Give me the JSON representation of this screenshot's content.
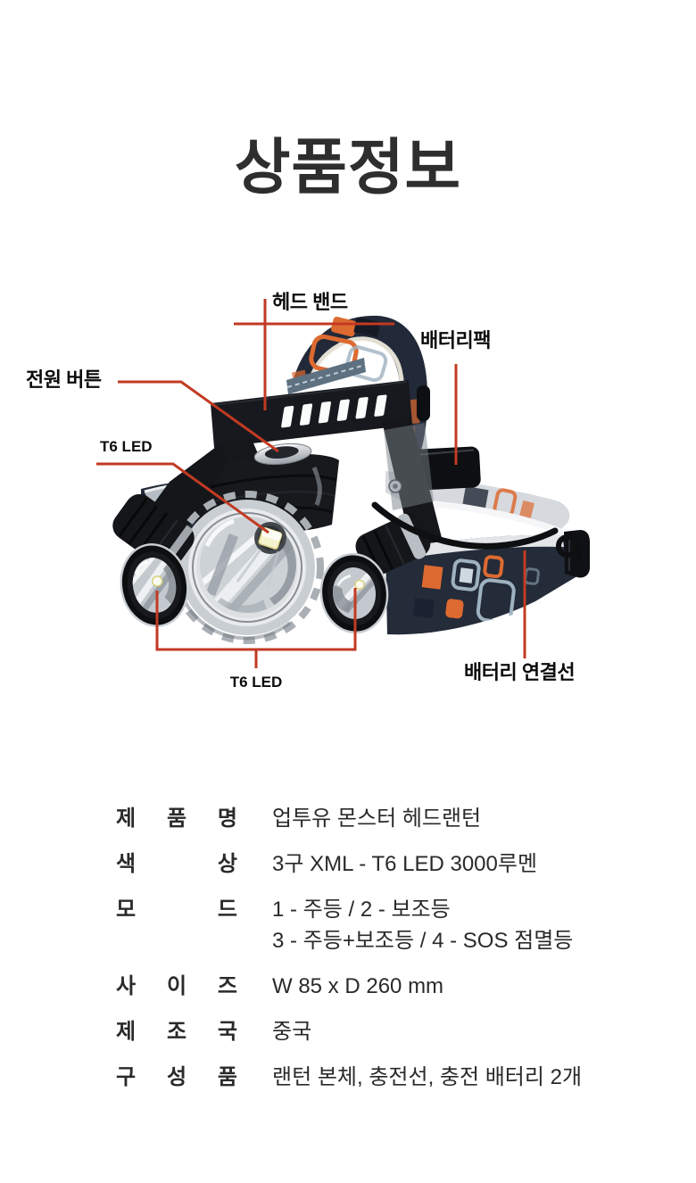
{
  "title": "상품정보",
  "figure": {
    "callouts": {
      "head_band": "헤드 밴드",
      "battery_pack": "배터리팩",
      "power_button": "전원 버튼",
      "t6_led_top": "T6 LED",
      "t6_led_bottom": "T6 LED",
      "battery_cable": "배터리 연결선"
    },
    "colors": {
      "callout_line": "#c23a23",
      "band_navy": "#242b39",
      "band_orange": "#dd6a30",
      "band_bluegray": "#9fb2c0",
      "chrome": "#c9ced3",
      "led_chip": "#f6f3cf"
    }
  },
  "specs": {
    "rows": [
      {
        "label": "제 품 명",
        "value": "업투유 몬스터 헤드랜턴"
      },
      {
        "label": "색 상",
        "value": "3구 XML - T6 LED 3000루멘"
      },
      {
        "label": "모 드",
        "value": "1 - 주등 / 2 - 보조등",
        "value2": "3 - 주등+보조등 / 4 - SOS 점멸등"
      },
      {
        "label": "사 이 즈",
        "value": "W 85 x D 260 mm"
      },
      {
        "label": "제 조 국",
        "value": "중국"
      },
      {
        "label": "구 성 품",
        "value": "랜턴 본체, 충전선, 충전 배터리 2개"
      }
    ]
  }
}
